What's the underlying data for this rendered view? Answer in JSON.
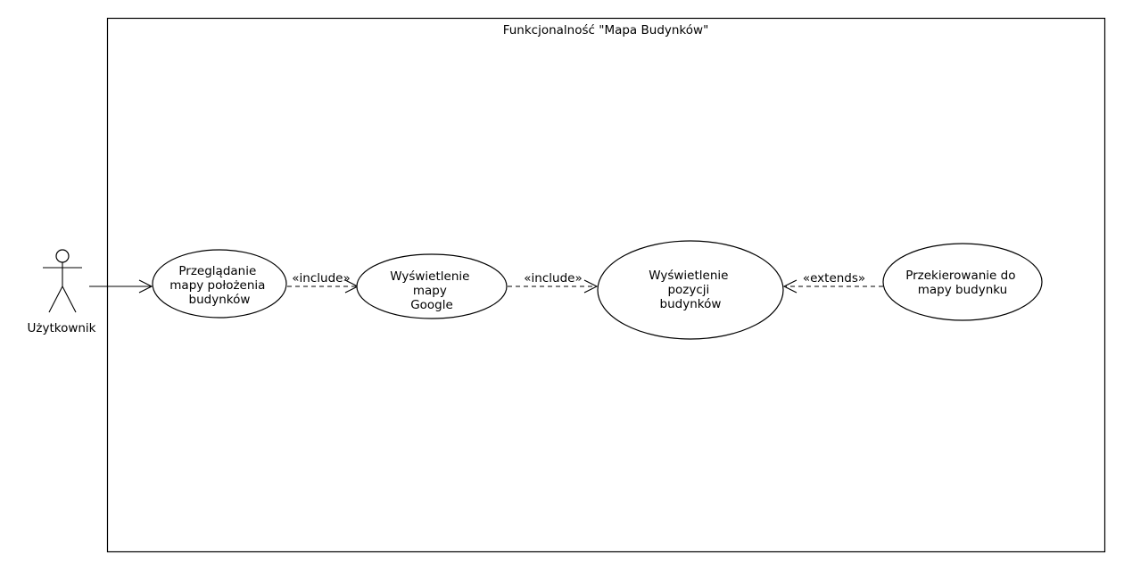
{
  "system": {
    "title": "Funkcjonalność \"Mapa Budynków\""
  },
  "actor": {
    "name": "Użytkownik"
  },
  "use_cases": [
    {
      "lines": [
        "Przeglądanie",
        "mapy położenia",
        "budynków"
      ]
    },
    {
      "lines": [
        "Wyświetlenie",
        "mapy",
        "Google"
      ]
    },
    {
      "lines": [
        "Wyświetlenie",
        "pozycji",
        "budynków"
      ]
    },
    {
      "lines": [
        "Przekierowanie do",
        "mapy budynku"
      ]
    }
  ],
  "relations": [
    {
      "label": ""
    },
    {
      "label": "«include»"
    },
    {
      "label": "«include»"
    },
    {
      "label": "«extends»"
    }
  ]
}
